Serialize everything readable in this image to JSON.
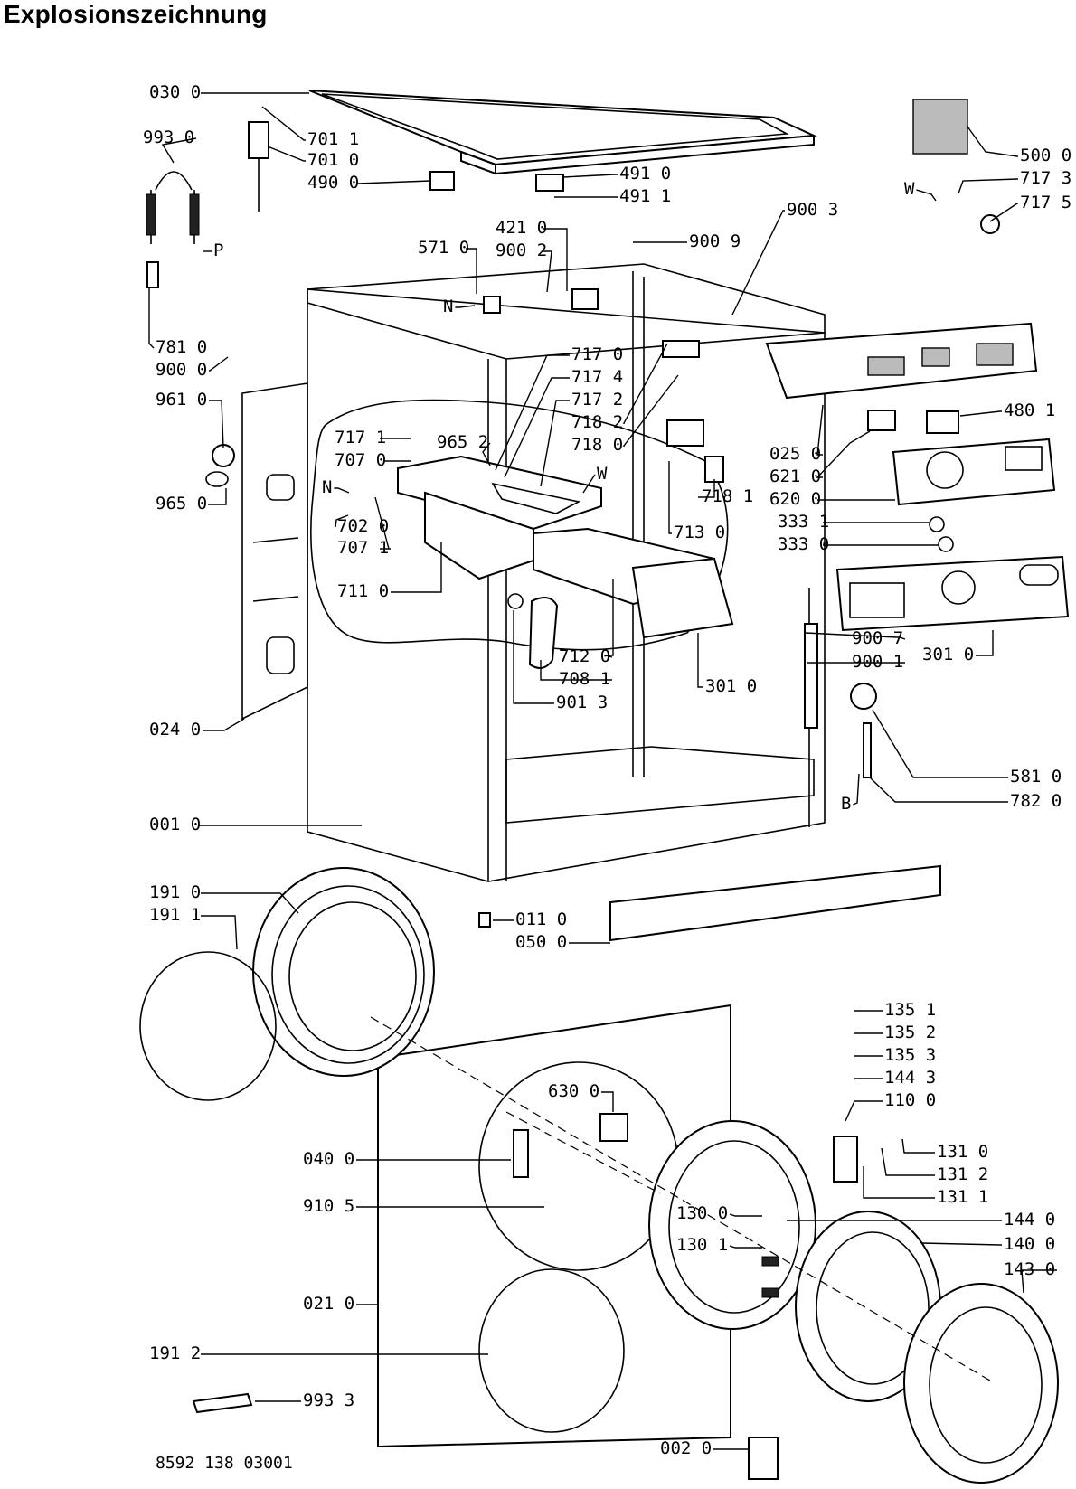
{
  "title": "Explosionszeichnung",
  "footer": "8592 138 03001",
  "labels": [
    "030 0",
    "993 0",
    "701 1",
    "701 0",
    "490 0",
    "491 0",
    "491 1",
    "500 0",
    "717 3",
    "W",
    "717 5",
    "900 3",
    "421 0",
    "571 0",
    "900 2",
    "900 9",
    "N",
    "P",
    "781 0",
    "900 0",
    "717 0",
    "717 4",
    "717 2",
    "718 2",
    "718 0",
    "961 0",
    "717 1",
    "965 2",
    "707 0",
    "W",
    "480 1",
    "025 0",
    "621 0",
    "620 0",
    "N",
    "702 0",
    "707 1",
    "718 1",
    "713 0",
    "333 1",
    "333 0",
    "965 0",
    "711 0",
    "301 0",
    "900 7",
    "712 0",
    "708 1",
    "900 1",
    "301 0",
    "901 3",
    "024 0",
    "581 0",
    "B",
    "782 0",
    "001 0",
    "191 0",
    "011 0",
    "191 1",
    "050 0",
    "135 1",
    "135 2",
    "135 3",
    "144 3",
    "110 0",
    "630 0",
    "040 0",
    "131 0",
    "131 2",
    "131 1",
    "910 5",
    "130 0",
    "144 0",
    "130 1",
    "140 0",
    "021 0",
    "143 0",
    "191 2",
    "993 3",
    "002 0"
  ]
}
